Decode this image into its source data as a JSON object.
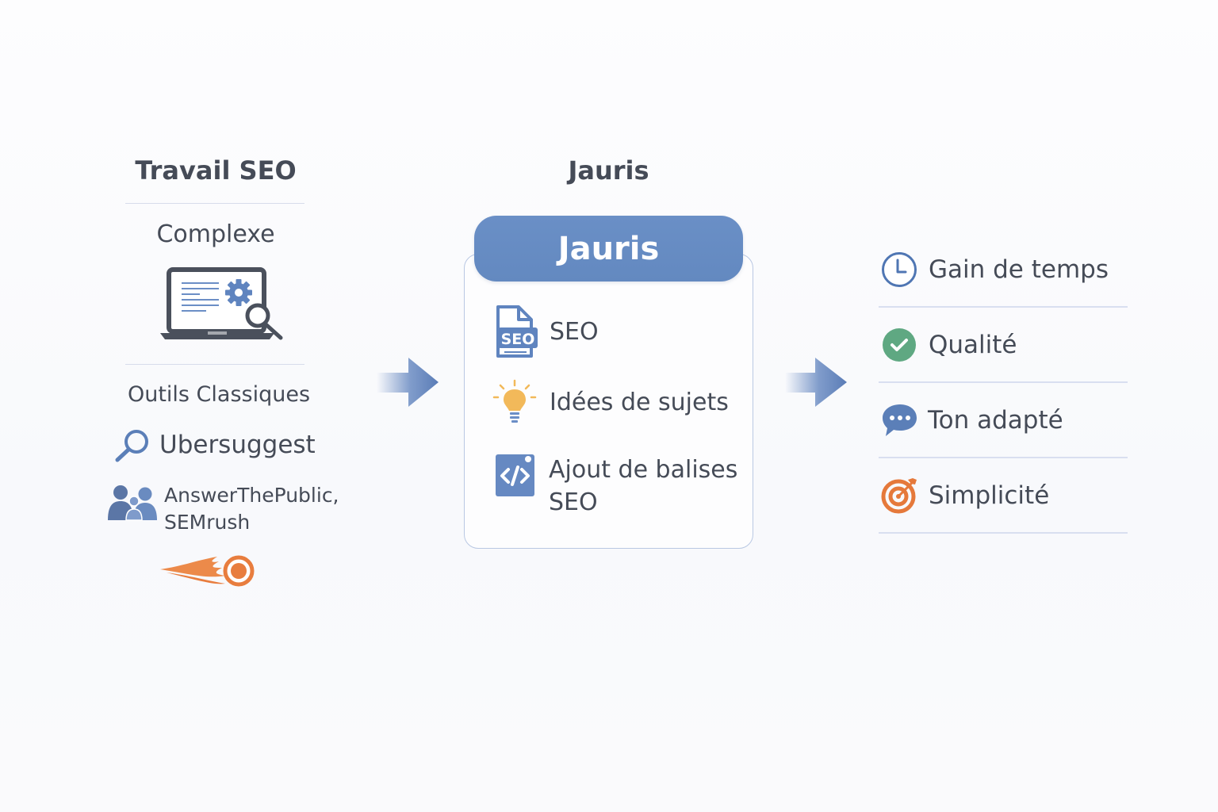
{
  "left_column": {
    "title": "Travail SEO",
    "subtitle": "Complexe",
    "laptop_icon": "laptop-gear-search-icon",
    "tools_heading": "Outils Classiques",
    "tools": [
      {
        "label": "Ubersuggest",
        "icon": "magnifier-icon"
      },
      {
        "label_line1": "AnswerThePublic,",
        "label_line2": "SEMrush",
        "icon": "people-icon"
      }
    ],
    "logo_icon": "semrush-comet-logo",
    "colors": {
      "accent": "#5b7fb8",
      "orange": "#e87d3e",
      "dark": "#4a505c"
    }
  },
  "middle_column": {
    "title": "Jauris",
    "header_label": "Jauris",
    "features": [
      {
        "label": "SEO",
        "icon": "seo-document-icon"
      },
      {
        "label": "Idées de sujets",
        "icon": "lightbulb-icon"
      },
      {
        "label_line1": "Ajout de balises",
        "label_line2": "SEO",
        "icon": "code-tag-icon"
      }
    ],
    "colors": {
      "header": "#6689c2",
      "border": "#b9c8e3",
      "bulb": "#f2b95a"
    }
  },
  "arrows": [
    {
      "icon": "arrow-right-icon"
    },
    {
      "icon": "arrow-right-icon"
    }
  ],
  "benefits": [
    {
      "label": "Gain de temps",
      "icon": "clock-icon",
      "color": "#4f76b3"
    },
    {
      "label": "Qualité",
      "icon": "check-circle-icon",
      "color": "#5fa882"
    },
    {
      "label": "Ton adapté",
      "icon": "speech-bubble-icon",
      "color": "#5b7fb8"
    },
    {
      "label": "Simplicité",
      "icon": "target-icon",
      "color": "#e5793b"
    }
  ]
}
